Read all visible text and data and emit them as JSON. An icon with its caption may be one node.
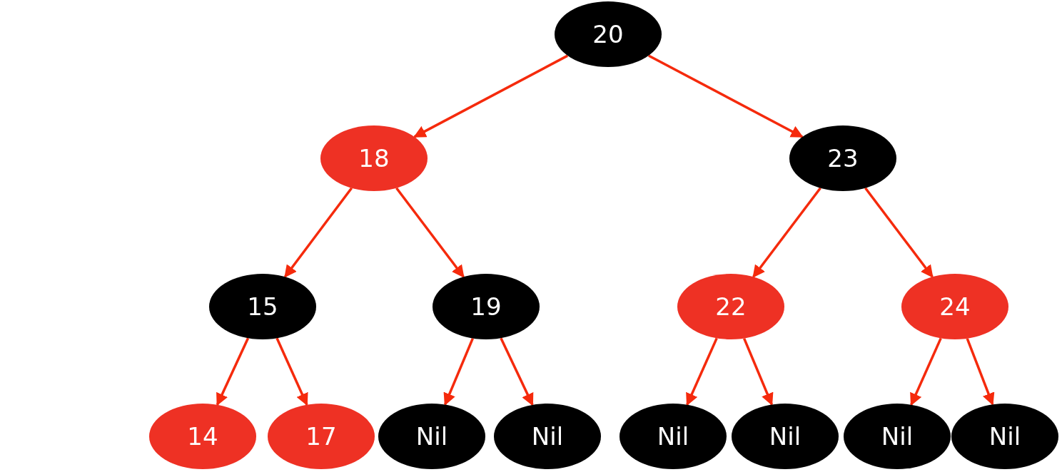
{
  "diagram": {
    "nodes": [
      {
        "text": [
          "20"
        ]
      },
      {
        "text": [
          "18"
        ]
      },
      {
        "text": [
          "23"
        ]
      },
      {
        "text": [
          "15"
        ]
      },
      {
        "text": [
          "19"
        ]
      },
      {
        "text": [
          "22"
        ]
      },
      {
        "text": [
          "24"
        ]
      },
      {
        "text": [
          "14"
        ]
      },
      {
        "text": [
          "17"
        ]
      },
      {
        "text": [
          "Nil"
        ]
      },
      {
        "text": [
          "Nil"
        ]
      },
      {
        "text": [
          "Nil"
        ]
      },
      {
        "text": [
          "Nil"
        ]
      },
      {
        "text": [
          "Nil"
        ]
      },
      {
        "text": [
          "Nil"
        ]
      }
    ],
    "edges": [
      {
        "from": 0,
        "to": 1,
        "arrow": "to"
      },
      {
        "from": 0,
        "to": 2,
        "arrow": "to"
      },
      {
        "from": 1,
        "to": 3,
        "arrow": "to"
      },
      {
        "from": 1,
        "to": 4,
        "arrow": "to"
      },
      {
        "from": 2,
        "to": 5,
        "arrow": "to"
      },
      {
        "from": 2,
        "to": 6,
        "arrow": "to"
      },
      {
        "from": 3,
        "to": 7,
        "arrow": "to"
      },
      {
        "from": 3,
        "to": 8,
        "arrow": "to"
      },
      {
        "from": 4,
        "to": 9,
        "arrow": "to"
      },
      {
        "from": 4,
        "to": 10,
        "arrow": "to"
      },
      {
        "from": 5,
        "to": 11,
        "arrow": "to"
      },
      {
        "from": 5,
        "to": 12,
        "arrow": "to"
      },
      {
        "from": 6,
        "to": 13,
        "arrow": "to"
      },
      {
        "from": 6,
        "to": 14,
        "arrow": "to"
      }
    ]
  }
}
